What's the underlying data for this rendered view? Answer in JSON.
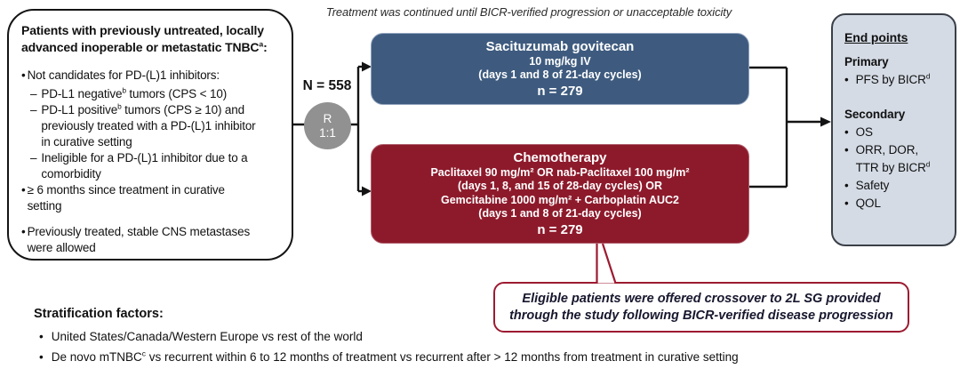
{
  "note": "Treatment was continued until BICR-verified progression or unacceptable toxicity",
  "ui": {
    "bullet": "•",
    "dash": "–"
  },
  "colors": {
    "sg_arm_fill": "#3e5b7f",
    "chemo_arm_fill": "#8d1a2b",
    "randomization_circle": "#919191",
    "endpoints_fill": "#d4dbe5",
    "endpoints_border": "#3a3f47",
    "callout_border": "#9c1b31",
    "connector": "#141414",
    "arm_text": "#ffffff"
  },
  "population": {
    "title": {
      "pre": "Patients with previously untreated, locally\nadvanced inoperable or metastatic TNBC",
      "sup": "a",
      "post": ":"
    },
    "bullet1": "Not candidates for PD-(L)1 inhibitors:",
    "sub1": {
      "pre": "PD-L1 negative",
      "sup": "b",
      "post": " tumors (CPS < 10)"
    },
    "sub2": {
      "pre": "PD-L1 positive",
      "sup": "b",
      "post": " tumors (CPS ≥ 10) and\npreviously treated with a PD-(L)1 inhibitor\nin curative setting"
    },
    "sub3": "Ineligible for a PD-(L)1 inhibitor due to a\ncomorbidity",
    "bullet2": "≥ 6 months since treatment in curative\nsetting",
    "bullet3": "Previously treated, stable CNS metastases\nwere allowed"
  },
  "randomization": {
    "n_label": "N = 558",
    "r": "R",
    "ratio": "1:1"
  },
  "arm_sg": {
    "title": "Sacituzumab govitecan",
    "dose": "10 mg/kg IV",
    "schedule": "(days 1 and 8 of 21-day cycles)",
    "n": "n = 279"
  },
  "arm_chemo": {
    "title": "Chemotherapy",
    "line1": "Paclitaxel 90 mg/m² OR nab-Paclitaxel 100 mg/m²",
    "line2": "(days 1, 8, and 15 of 28-day cycles) OR",
    "line3": "Gemcitabine 1000 mg/m² + Carboplatin AUC2",
    "line4": "(days 1 and 8 of 21-day cycles)",
    "n": "n = 279"
  },
  "endpoints": {
    "header": "End points",
    "primary_label": "Primary",
    "pfs": {
      "pre": "PFS by BICR",
      "sup": "d"
    },
    "secondary_label": "Secondary",
    "os": "OS",
    "orr": {
      "pre": "ORR, DOR,\nTTR by BICR",
      "sup": "d"
    },
    "safety": "Safety",
    "qol": "QOL"
  },
  "callout": "Eligible patients were offered crossover to 2L SG provided\nthrough the study following BICR-verified disease progression",
  "stratification": {
    "header": "Stratification factors:",
    "item1": "United States/Canada/Western Europe vs rest of the world",
    "item2": {
      "pre": "De novo mTNBC",
      "sup": "c",
      "post": " vs recurrent within 6 to 12 months of treatment vs recurrent after > 12 months from treatment in curative setting"
    }
  }
}
